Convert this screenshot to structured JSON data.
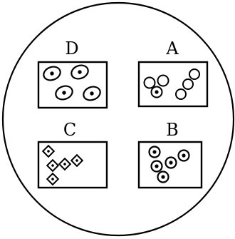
{
  "panels": {
    "top_left": {
      "label": "D"
    },
    "top_right": {
      "label": "A"
    },
    "bottom_left": {
      "label": "C"
    },
    "bottom_right": {
      "label": "B"
    }
  }
}
